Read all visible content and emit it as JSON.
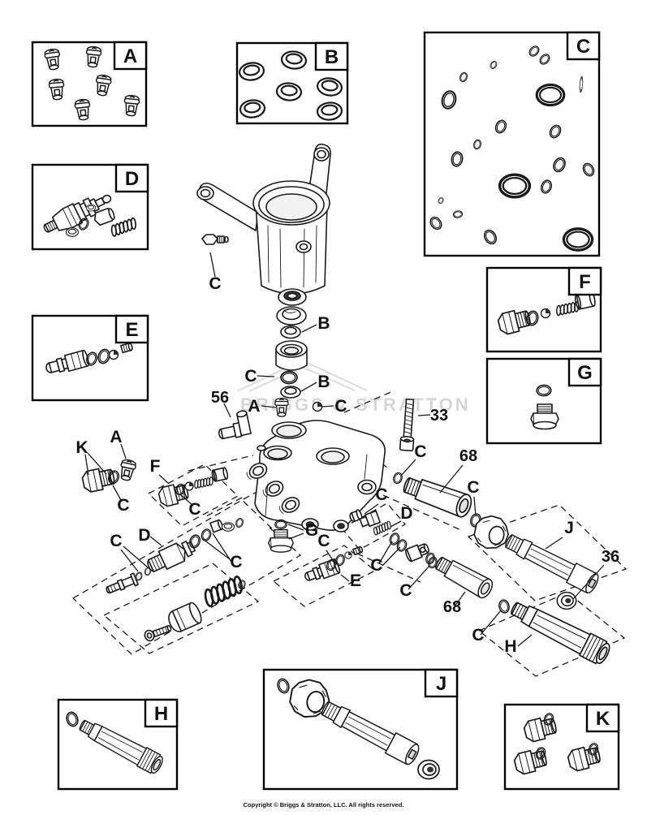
{
  "page": {
    "watermark": "BRIGGS & STRATTON",
    "copyright": "Copyright © Briggs & Stratton, LLC. All rights reserved."
  },
  "callouts": {
    "a": "A",
    "b": "B",
    "c": "C",
    "d": "D",
    "e": "E",
    "f": "F",
    "g": "G",
    "h": "H",
    "j": "J",
    "k": "K"
  },
  "part_numbers": {
    "n56": "56",
    "n33": "33",
    "n68_upper": "68",
    "n68_lower": "68",
    "n36": "36"
  },
  "ref_labels": {
    "housing_plug_c": "C",
    "stack_b_top": "B",
    "stack_c": "C",
    "stack_b_bottom": "B",
    "stack_a": "A",
    "stack_ball_c": "C",
    "left_k": "K",
    "left_a": "A",
    "left_c_under_k": "C",
    "f_kit_f": "F",
    "f_kit_c": "C",
    "unloader_c_left": "C",
    "unloader_d": "D",
    "unloader_c_right": "C",
    "g_plug_g": "G",
    "e_kit_c": "C",
    "e_kit_e": "E",
    "manifold_right_c": "C",
    "d_kit_c": "C",
    "d_kit_d": "D",
    "check_c_left": "C",
    "check_c_right": "C",
    "j_nut_c": "C",
    "j_kit_j": "J",
    "h_kit_c": "C",
    "h_kit_h": "H"
  }
}
